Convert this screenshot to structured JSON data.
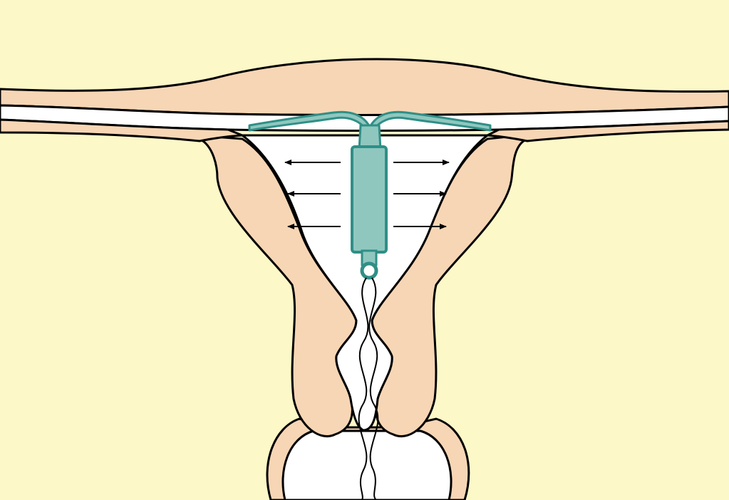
{
  "diagram": {
    "labels": [],
    "colors": {
      "background": "#fdf8c8",
      "tissue": "#f7d6b5",
      "cavity": "#ffffff",
      "outline": "#000000",
      "device_fill": "#8fc7bf",
      "device_stroke": "#2f8f86",
      "arrows": "#000000",
      "strings": "#000000"
    },
    "elements": [
      "uterine-wall-left",
      "uterine-wall-right",
      "uterine-cavity",
      "fallopian-tube-upper",
      "fallopian-tube-lower",
      "copper-iud",
      "release-arrows",
      "iud-strings",
      "vaginal-canal"
    ]
  }
}
